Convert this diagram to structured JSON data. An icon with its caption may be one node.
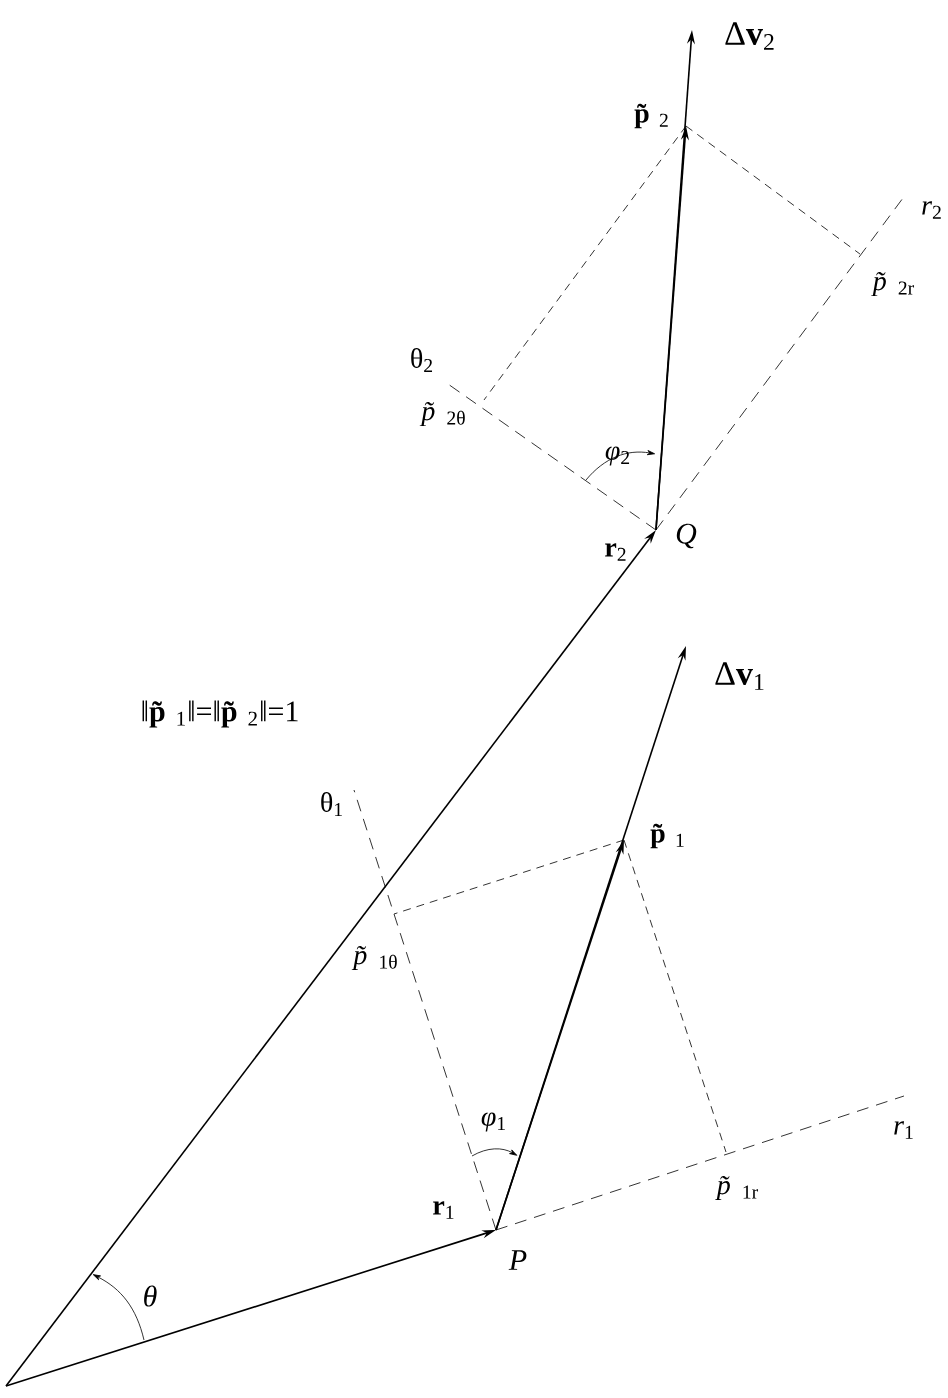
{
  "diagram": {
    "labels": [
      "Δ**v**$_{2}$",
      "**p̃**$_{2}$",
      "*r*$_{2}$",
      "*p̃*$_{2r}$",
      "θ$_{2}$",
      "*p̃*$_{2θ}$",
      "*φ*$_{2}$",
      "**r**$_{2}$",
      "Q",
      "‖**p̃**$_{1}$‖=‖**p̃**$_{2}$‖=1",
      "Δ**v**$_{1}$",
      "θ$_{1}$",
      "**p̃**$_{1}$",
      "*p̃*$_{1θ}$",
      "*φ*$_{1}$",
      "*r*$_{1}$",
      "**r**$_{1}$",
      "P",
      "*p̃*$_{1r}$",
      "θ"
    ]
  }
}
